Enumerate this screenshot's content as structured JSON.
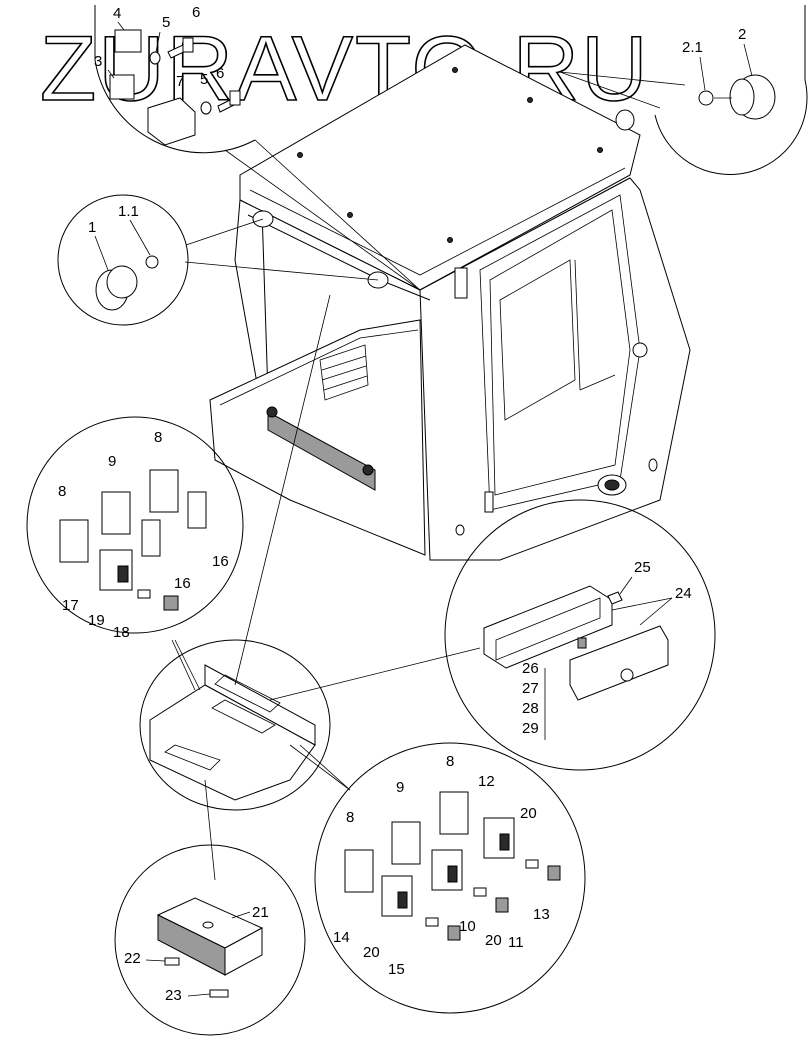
{
  "watermark": "ZURAVTO.RU",
  "callouts": {
    "c1": "1",
    "c1_1": "1.1",
    "c2": "2",
    "c2_1": "2.1",
    "c3": "3",
    "c4": "4",
    "c5a": "5",
    "c5b": "5",
    "c6a": "6",
    "c6b": "6",
    "c7": "7",
    "c8a": "8",
    "c8b": "8",
    "c9": "9",
    "c16a": "16",
    "c16b": "16",
    "c17": "17",
    "c18": "18",
    "c19": "19",
    "c24": "24",
    "c25": "25",
    "c26": "26",
    "c27": "27",
    "c28": "28",
    "c29": "29",
    "c8c": "8",
    "c8d": "8",
    "c9b": "9",
    "c12": "12",
    "c20a": "20",
    "c20b": "20",
    "c20c": "20",
    "c10": "10",
    "c11": "11",
    "c13": "13",
    "c14": "14",
    "c15": "15",
    "c21": "21",
    "c22": "22",
    "c23": "23"
  }
}
